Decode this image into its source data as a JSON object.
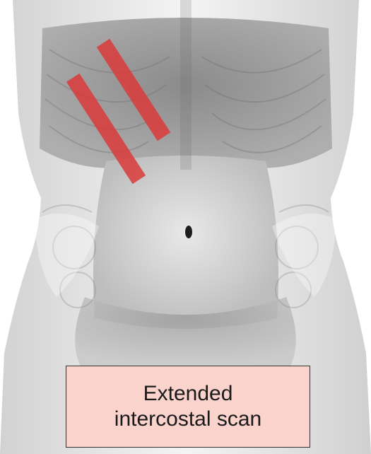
{
  "caption": {
    "line1": "Extended",
    "line2": "intercostal scan"
  },
  "colors": {
    "probe_marker": "#d93a3a",
    "caption_fill": "#f9d3cc",
    "caption_border": "#333333",
    "torso_light": "#ececec",
    "torso_dark": "#8e8e8e"
  },
  "icons": {
    "torso": "torso-xray-illustration",
    "probe_positions": "transducer-position-marker"
  }
}
